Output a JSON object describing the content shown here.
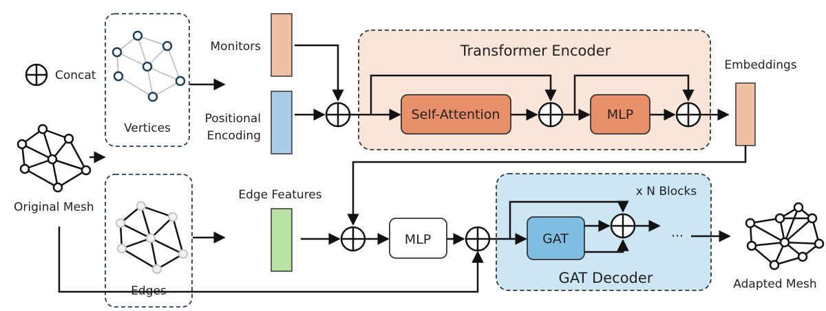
{
  "legend": {
    "concat_label": "Concat"
  },
  "inputs": {
    "original_mesh": "Original Mesh",
    "vertices": "Vertices",
    "edges": "Edges",
    "monitors": "Monitors",
    "positional_encoding_line1": "Positional",
    "positional_encoding_line2": "Encoding",
    "edge_features": "Edge Features"
  },
  "encoder": {
    "title": "Transformer Encoder",
    "self_attention": "Self-Attention",
    "mlp": "MLP",
    "output": "Embeddings"
  },
  "decoder": {
    "edge_mlp": "MLP",
    "title": "GAT Decoder",
    "repeat": "x N Blocks",
    "gat": "GAT",
    "ellipsis": "···"
  },
  "output": {
    "adapted_mesh": "Adapted Mesh"
  },
  "colors": {
    "encoder_bg": "#fbe5d8",
    "encoder_block": "#e9906a",
    "monitors_bar": "#f1bfa3",
    "pos_enc_bar": "#a9ccea",
    "edge_feat_bar": "#b7e2a3",
    "decoder_bg": "#cde6f5",
    "gat_block": "#7fbde2",
    "embeddings_bar": "#f1bfa3"
  }
}
